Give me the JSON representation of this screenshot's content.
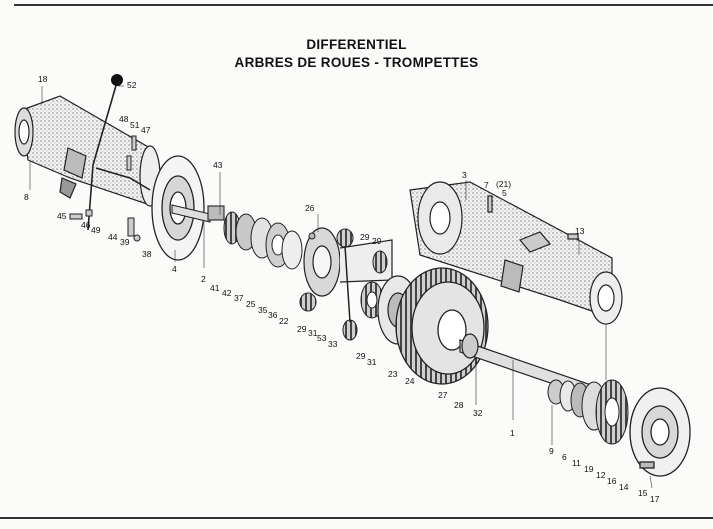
{
  "title_line1": "DIFFERENTIEL",
  "title_line2": "ARBRES DE ROUES - TROMPETTES",
  "callouts": [
    {
      "text": "18"
    },
    {
      "text": "52"
    },
    {
      "text": "8"
    },
    {
      "text": "48"
    },
    {
      "text": "51"
    },
    {
      "text": "47"
    },
    {
      "text": "45"
    },
    {
      "text": "46"
    },
    {
      "text": "49"
    },
    {
      "text": "44"
    },
    {
      "text": "39"
    },
    {
      "text": "38"
    },
    {
      "text": "4"
    },
    {
      "text": "2"
    },
    {
      "text": "43"
    },
    {
      "text": "41"
    },
    {
      "text": "42"
    },
    {
      "text": "37"
    },
    {
      "text": "25"
    },
    {
      "text": "35"
    },
    {
      "text": "36"
    },
    {
      "text": "22"
    },
    {
      "text": "26"
    },
    {
      "text": "29"
    },
    {
      "text": "29"
    },
    {
      "text": "29"
    },
    {
      "text": "31"
    },
    {
      "text": "53"
    },
    {
      "text": "33"
    },
    {
      "text": "29"
    },
    {
      "text": "31"
    },
    {
      "text": "23"
    },
    {
      "text": "24"
    },
    {
      "text": "27"
    },
    {
      "text": "28"
    },
    {
      "text": "32"
    },
    {
      "text": "1"
    },
    {
      "text": "3"
    },
    {
      "text": "7"
    },
    {
      "text": "(21)"
    },
    {
      "text": "5"
    },
    {
      "text": "13"
    },
    {
      "text": "9"
    },
    {
      "text": "6"
    },
    {
      "text": "11"
    },
    {
      "text": "19"
    },
    {
      "text": "12"
    },
    {
      "text": "16"
    },
    {
      "text": "14"
    },
    {
      "text": "15"
    },
    {
      "text": "17"
    }
  ]
}
